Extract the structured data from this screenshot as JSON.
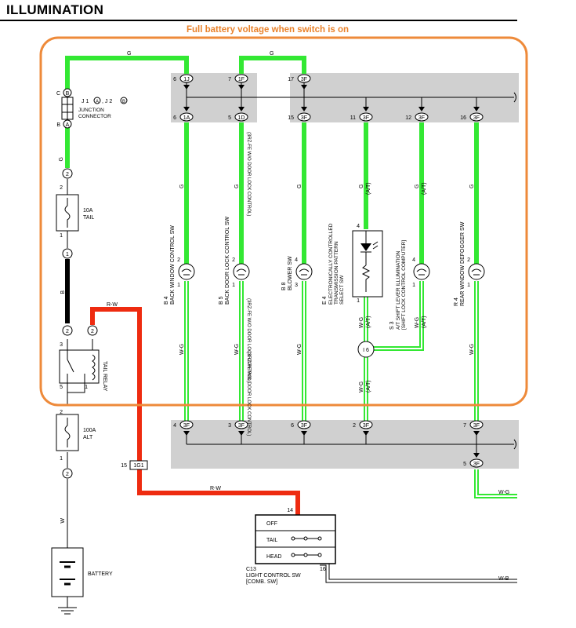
{
  "title": "ILLUMINATION",
  "annotation": "Full battery voltage when switch is on",
  "colors": {
    "green_wire": "#33e833",
    "red_wire": "#ee2b10",
    "highlight_box": "#ee8a3a",
    "connector_bar": "#d0d0d0",
    "gray_wire": "#9a9a9a"
  },
  "wire_labels": {
    "g": "G",
    "b": "B",
    "w": "W",
    "rw": "R-W",
    "wg": "W-G",
    "wb": "W-B",
    "at": "(A/T)"
  },
  "top_connectors": [
    {
      "pin": "6",
      "id": "1J"
    },
    {
      "pin": "7",
      "id": "1F"
    },
    {
      "pin": "17",
      "id": "3F"
    }
  ],
  "mid_connectors": [
    {
      "pin": "6",
      "id": "1A"
    },
    {
      "pin": "5",
      "id": "1D"
    },
    {
      "pin": "15",
      "id": "3F"
    },
    {
      "pin": "11",
      "id": "3F"
    },
    {
      "pin": "12",
      "id": "3F"
    },
    {
      "pin": "16",
      "id": "3F"
    }
  ],
  "bottom_connectors": [
    {
      "pin": "4",
      "id": "3F"
    },
    {
      "pin": "3",
      "id": "3F"
    },
    {
      "pin": "6",
      "id": "3F"
    },
    {
      "pin": "2",
      "id": "3F"
    },
    {
      "pin": "7",
      "id": "3F"
    }
  ],
  "bottom_connector_low": {
    "pin": "5",
    "id": "3F"
  },
  "junction_connector": {
    "pin_top": "C",
    "id_top": "B",
    "pin_bottom": "B",
    "id_bottom": "A",
    "ref1": "J 1",
    "ref1_id": "A",
    "ref2": ", J 2",
    "ref2_id": "B",
    "name_line1": "JUNCTION",
    "name_line2": "CONNECTOR"
  },
  "left_pins": {
    "p2a": "2",
    "p1a": "1",
    "p3": "3",
    "p5": "5",
    "p1b": "1",
    "p2b": "2",
    "p1c": "1",
    "p15": "15"
  },
  "connector_ids": {
    "c2": "2",
    "c1": "1",
    "c2b": "2",
    "c2c": "2",
    "c2d": "2",
    "c1g1": "1G1",
    "c16": "16"
  },
  "fuse_tail": {
    "rating": "10A",
    "name": "TAIL"
  },
  "fuse_alt": {
    "rating": "100A",
    "name": "ALT"
  },
  "tail_relay": "TAIL RELAY",
  "battery": "BATTERY",
  "components": [
    {
      "ref": "B 4",
      "name": "BACK WINDOW CONTROL SW",
      "pin_top": "2",
      "pin_bottom": "1"
    },
    {
      "ref": "B 5",
      "name": "BACK DOOR LOCK CONTROL SW",
      "pin_top": "2",
      "pin_bottom": "1"
    },
    {
      "ref": "B 8",
      "name": "BLOWER SW",
      "pin_top": "4",
      "pin_bottom": "3"
    },
    {
      "ref": "E 4",
      "name_lines": [
        "ELECTRONICALLY CONTROLLED",
        "TRANSMISSION PATTERN",
        "SELECT SW"
      ],
      "pin_top": "4",
      "pin_bottom": "1"
    },
    {
      "ref": "S 3",
      "name_lines": [
        "A/T SHIFT LEVER ILLUMINATION",
        "[SHIFT LOCK CONTROL COMPUTER]"
      ],
      "pin_top": "4",
      "pin_bottom": "1"
    },
    {
      "ref": "R 4",
      "name": "REAR WINDOW DEFOGGER SW",
      "pin_top": "2",
      "pin_bottom": "1"
    }
  ],
  "vertical_notes": {
    "wo_door_lock": "(3RZ-FE W/O DOOR LOCK CONTROL)",
    "w_door_lock": "(3RZ-FE W/O DOOR LOCK CONTROL)",
    "lower_note": "(3RZ-FE W/O DOOR LOCK CONTROL)"
  },
  "joint": "I 6",
  "light_switch": {
    "positions": [
      "OFF",
      "TAIL",
      "HEAD"
    ],
    "pin_in": "14",
    "pin_out": "16",
    "ref": "C13",
    "name": "LIGHT CONTROL SW",
    "sub": "[COMB. SW]"
  }
}
